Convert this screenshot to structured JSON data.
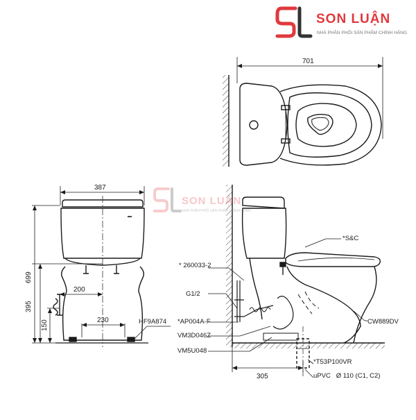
{
  "brand": {
    "name": "SON LUẬN",
    "tagline": "NHÀ PHÂN PHỐI SẢN PHẨM CHÍNH HÃNG",
    "color_primary": "#e0393e",
    "color_dark": "#222222"
  },
  "watermark": {
    "name": "SON LUẬN",
    "tagline": "NHÀ PHÂN PHỐI SẢN PHẨM CHÍNH HÃNG"
  },
  "dimensions": {
    "top_width": "701",
    "front_width": "387",
    "total_height": "699",
    "inlet_height": "395",
    "inlet_offset": "200",
    "anchor_spacing": "230",
    "floor_height": "150",
    "rough_in": "305"
  },
  "parts": {
    "seat": "*S&C",
    "bowl": "CW889DV",
    "bolt_cap": "HF9A874",
    "supply_valve": "* 260033-2",
    "supply_thread": "G1/2",
    "adapter": "*AP004A-F",
    "flange": "VM3D046Z",
    "gasket": "VM5U048",
    "outlet": "*T53P100VR",
    "pipe": "uPVC   Ø 110 (C1, C2)"
  }
}
